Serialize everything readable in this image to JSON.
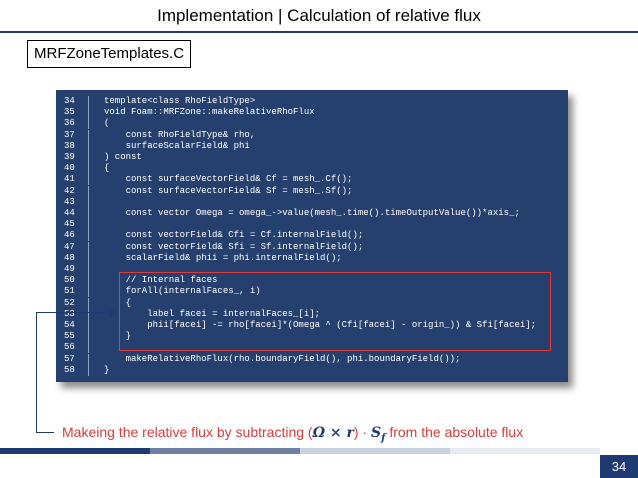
{
  "slide": {
    "title": "Implementation | Calculation of relative flux",
    "file_label": "MRFZoneTemplates.C",
    "page_number": "34"
  },
  "code": {
    "lines": [
      {
        "n": "34",
        "t": "template<class RhoFieldType>"
      },
      {
        "n": "35",
        "t": "void Foam::MRFZone::makeRelativeRhoFlux"
      },
      {
        "n": "36",
        "t": "("
      },
      {
        "n": "37",
        "t": "    const RhoFieldType& rho,"
      },
      {
        "n": "38",
        "t": "    surfaceScalarField& phi"
      },
      {
        "n": "39",
        "t": ") const"
      },
      {
        "n": "40",
        "t": "{"
      },
      {
        "n": "41",
        "t": "    const surfaceVectorField& Cf = mesh_.Cf();"
      },
      {
        "n": "42",
        "t": "    const surfaceVectorField& Sf = mesh_.Sf();"
      },
      {
        "n": "43",
        "t": ""
      },
      {
        "n": "44",
        "t": "    const vector Omega = omega_->value(mesh_.time().timeOutputValue())*axis_;"
      },
      {
        "n": "45",
        "t": ""
      },
      {
        "n": "46",
        "t": "    const vectorField& Cfi = Cf.internalField();"
      },
      {
        "n": "47",
        "t": "    const vectorField& Sfi = Sf.internalField();"
      },
      {
        "n": "48",
        "t": "    scalarField& phii = phi.internalField();"
      },
      {
        "n": "49",
        "t": ""
      },
      {
        "n": "50",
        "t": "    // Internal faces"
      },
      {
        "n": "51",
        "t": "    forAll(internalFaces_, i)"
      },
      {
        "n": "52",
        "t": "    {"
      },
      {
        "n": "53",
        "t": "        label facei = internalFaces_[i];"
      },
      {
        "n": "54",
        "t": "        phii[facei] -= rho[facei]*(Omega ^ (Cfi[facei] - origin_)) & Sfi[facei];"
      },
      {
        "n": "55",
        "t": "    }"
      },
      {
        "n": "56",
        "t": ""
      },
      {
        "n": "57",
        "t": "    makeRelativeRhoFlux(rho.boundaryField(), phi.boundaryField());"
      },
      {
        "n": "58",
        "t": "}"
      }
    ]
  },
  "caption": {
    "prefix": "Makeing the relative flux by subtracting (",
    "math": "Ω × r",
    "mid": ") · ",
    "math2": "S",
    "sub": "f",
    "suffix": " from the absolute flux"
  },
  "colors": {
    "accent": "#1f3a73",
    "highlight": "#e03a3a",
    "code_bg": "#25406f",
    "bar_segments": [
      "#1f3a73",
      "#6e7fa6",
      "#c9d0e0",
      "#e8ebf2"
    ]
  }
}
